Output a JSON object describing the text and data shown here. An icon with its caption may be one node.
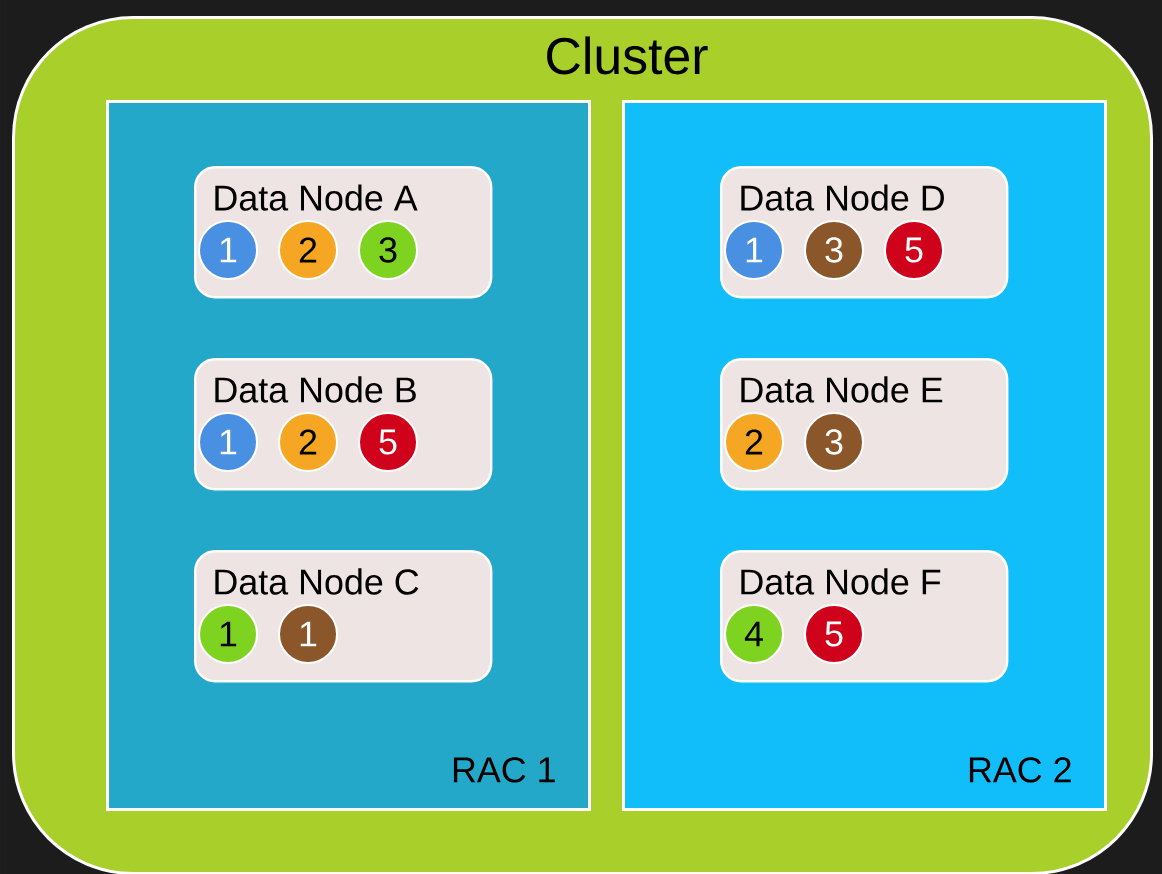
{
  "diagram": {
    "nodes": [
      {
        "text": [
          "Cluster"
        ]
      },
      {
        "text": [
          "RAC 1"
        ],
        "in": 0
      },
      {
        "text": [
          "Data Node A"
        ],
        "in": 1
      },
      {
        "text": [
          "1"
        ],
        "in": 2
      },
      {
        "text": [
          "2"
        ],
        "in": 2
      },
      {
        "text": [
          "3"
        ],
        "in": 2
      },
      {
        "text": [
          "Data Node B"
        ],
        "in": 1
      },
      {
        "text": [
          "1"
        ],
        "in": 6
      },
      {
        "text": [
          "2"
        ],
        "in": 6
      },
      {
        "text": [
          "5"
        ],
        "in": 6
      },
      {
        "text": [
          "Data Node C"
        ],
        "in": 1
      },
      {
        "text": [
          "1"
        ],
        "in": 10
      },
      {
        "text": [
          "1"
        ],
        "in": 10
      },
      {
        "text": [
          "RAC 2"
        ],
        "in": 0
      },
      {
        "text": [
          "Data Node D"
        ],
        "in": 13
      },
      {
        "text": [
          "1"
        ],
        "in": 14
      },
      {
        "text": [
          "3"
        ],
        "in": 14
      },
      {
        "text": [
          "5"
        ],
        "in": 14
      },
      {
        "text": [
          "Data Node E"
        ],
        "in": 13
      },
      {
        "text": [
          "2"
        ],
        "in": 18
      },
      {
        "text": [
          "3"
        ],
        "in": 18
      },
      {
        "text": [
          "Data Node F"
        ],
        "in": 13
      },
      {
        "text": [
          "4"
        ],
        "in": 21
      },
      {
        "text": [
          "5"
        ],
        "in": 21
      }
    ]
  }
}
